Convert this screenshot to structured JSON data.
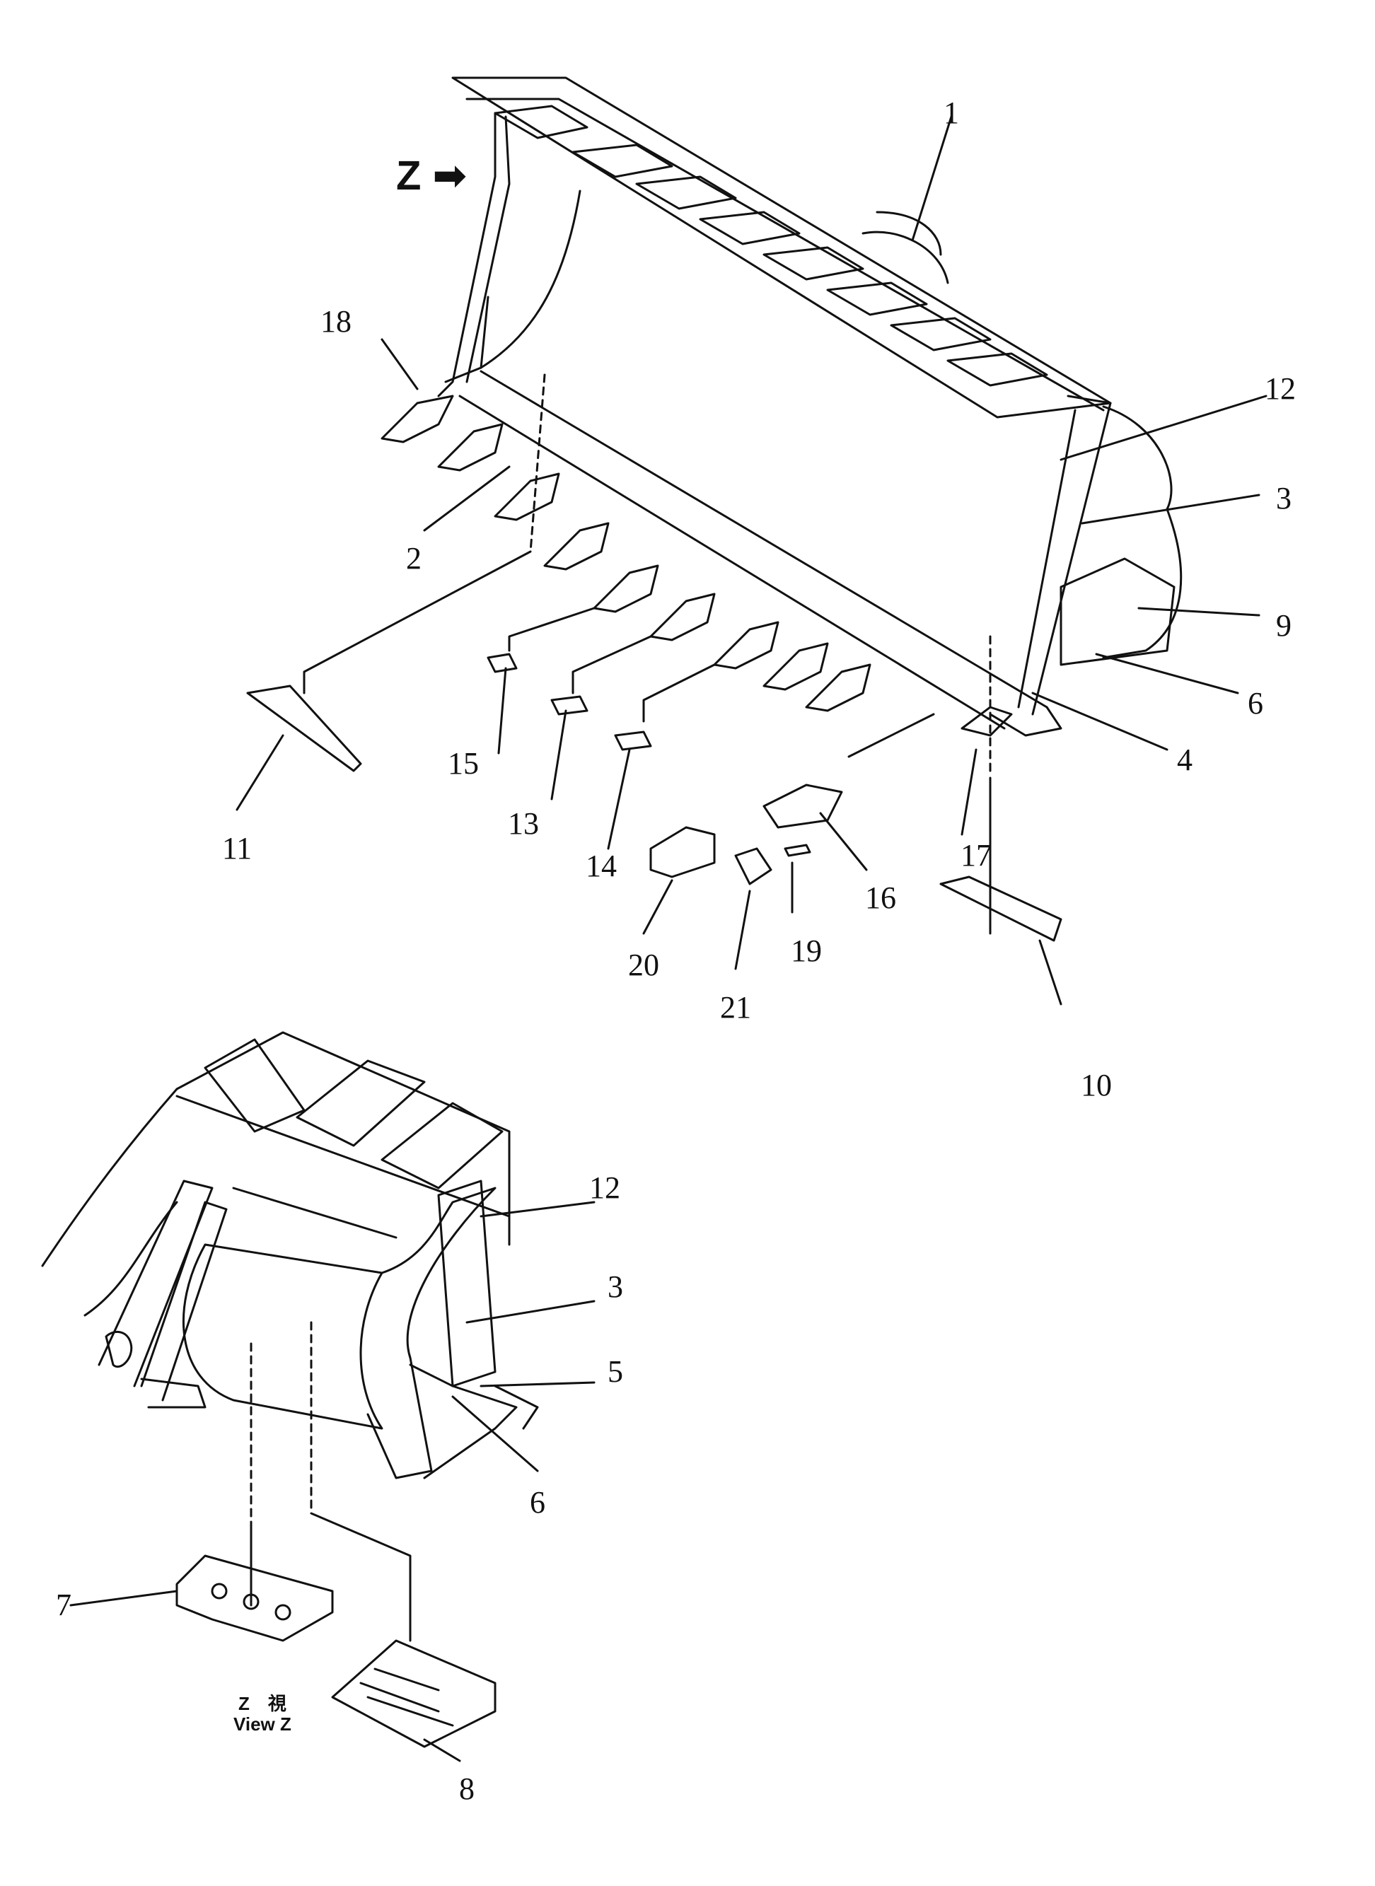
{
  "diagram": {
    "labels": [
      {
        "id": "1",
        "text": "1"
      },
      {
        "id": "2",
        "text": "2"
      },
      {
        "id": "3a",
        "text": "3"
      },
      {
        "id": "4",
        "text": "4"
      },
      {
        "id": "6a",
        "text": "6"
      },
      {
        "id": "9",
        "text": "9"
      },
      {
        "id": "10",
        "text": "10"
      },
      {
        "id": "11",
        "text": "11"
      },
      {
        "id": "12a",
        "text": "12"
      },
      {
        "id": "13",
        "text": "13"
      },
      {
        "id": "14",
        "text": "14"
      },
      {
        "id": "15",
        "text": "15"
      },
      {
        "id": "16",
        "text": "16"
      },
      {
        "id": "17",
        "text": "17"
      },
      {
        "id": "18",
        "text": "18"
      },
      {
        "id": "19",
        "text": "19"
      },
      {
        "id": "20",
        "text": "20"
      },
      {
        "id": "21",
        "text": "21"
      },
      {
        "id": "12b",
        "text": "12"
      },
      {
        "id": "3b",
        "text": "3"
      },
      {
        "id": "5",
        "text": "5"
      },
      {
        "id": "6b",
        "text": "6"
      },
      {
        "id": "7",
        "text": "7"
      },
      {
        "id": "8",
        "text": "8"
      }
    ],
    "view_marker": "Z",
    "view_caption_jp": "Z　視",
    "view_caption_en": "View Z"
  }
}
